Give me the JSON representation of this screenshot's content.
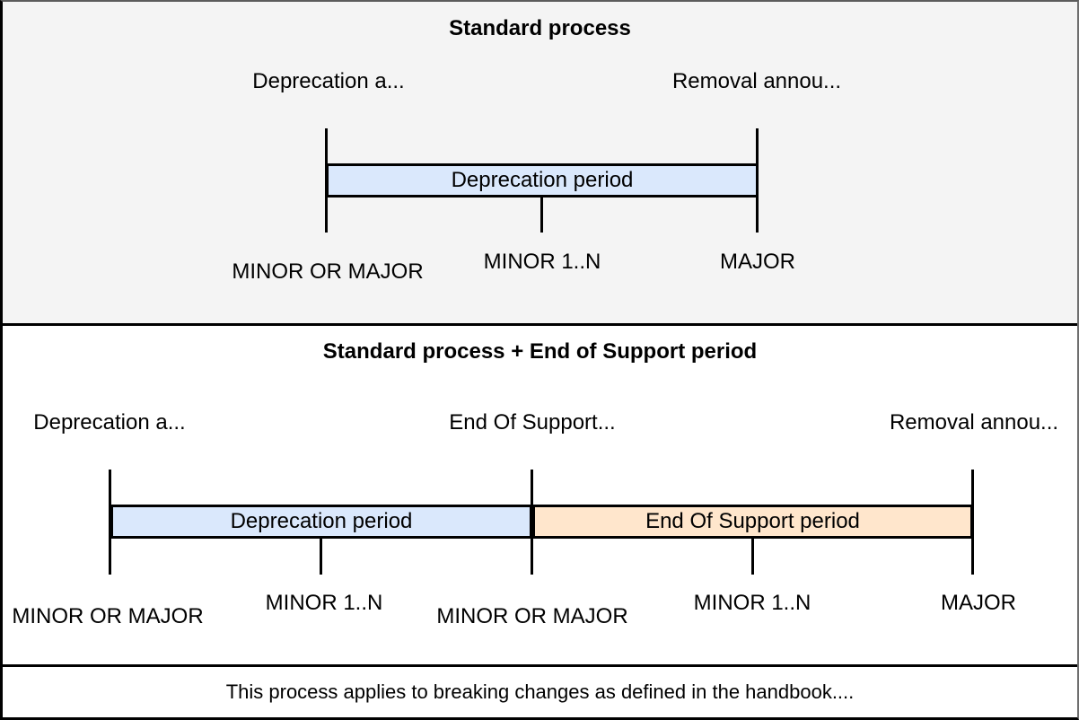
{
  "colors": {
    "top_panel_bg": "#f4f4f4",
    "deprecation_fill": "#dae8fc",
    "end_of_support_fill": "#ffe6cc",
    "line": "#000000"
  },
  "top_section": {
    "title": "Standard process",
    "events": [
      {
        "label": "Deprecation a..."
      },
      {
        "label": "Removal annou..."
      }
    ],
    "bar": {
      "label": "Deprecation period"
    },
    "milestones": [
      {
        "label": "MINOR OR MAJOR"
      },
      {
        "label": "MINOR 1..N"
      },
      {
        "label": "MAJOR"
      }
    ]
  },
  "bottom_section": {
    "title": "Standard process + End of Support period",
    "events": [
      {
        "label": "Deprecation a..."
      },
      {
        "label": "End Of Support..."
      },
      {
        "label": "Removal annou..."
      }
    ],
    "bars": [
      {
        "label": "Deprecation period"
      },
      {
        "label": "End Of Support period"
      }
    ],
    "milestones": [
      {
        "label": "MINOR OR MAJOR"
      },
      {
        "label": "MINOR 1..N"
      },
      {
        "label": "MINOR OR MAJOR"
      },
      {
        "label": "MINOR 1..N"
      },
      {
        "label": "MAJOR"
      }
    ]
  },
  "footer": {
    "note": "This process applies to breaking changes as defined in the handbook...."
  }
}
